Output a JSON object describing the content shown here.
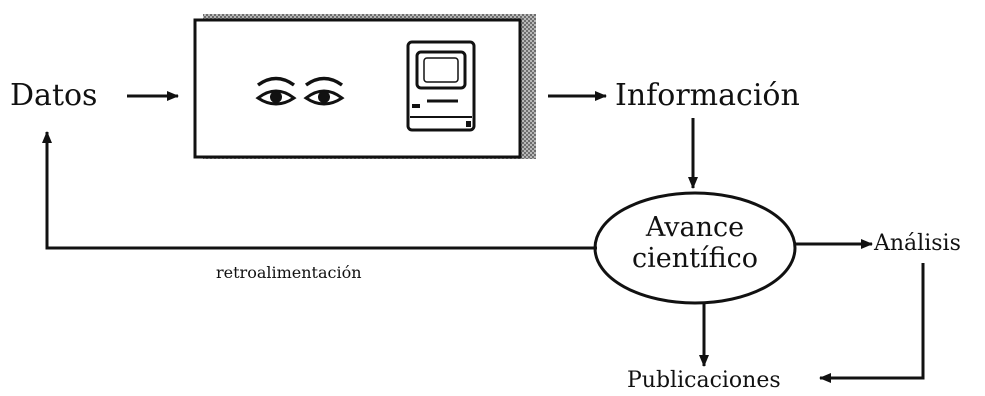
{
  "nodes": {
    "datos": "Datos",
    "informacion": "Información",
    "avance_line1": "Avance",
    "avance_line2": "científico",
    "analisis": "Análisis",
    "publicaciones": "Publicaciones"
  },
  "edges": {
    "feedback_label": "retroalimentación"
  },
  "icons": {
    "observer": "eyes-icon",
    "device": "computer-icon"
  },
  "colors": {
    "ink": "#111111",
    "shadow": "#9a9a9a",
    "background": "#ffffff"
  }
}
